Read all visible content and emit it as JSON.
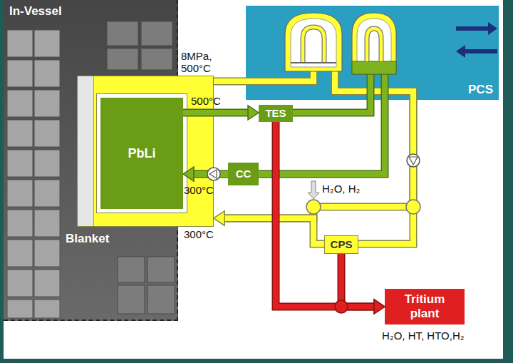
{
  "diagram": {
    "nodes": [
      {
        "text": [
          "In-Vessel"
        ]
      },
      {
        "text": [
          "Blanket"
        ]
      },
      {
        "text": [
          "PbLi"
        ],
        "in": 1
      },
      {
        "text": [
          "PCS"
        ]
      },
      {
        "text": [
          "TES"
        ]
      },
      {
        "text": [
          "CC"
        ]
      },
      {
        "text": [
          "CPS"
        ]
      },
      {
        "text": [
          "Tritium plant"
        ]
      }
    ],
    "edges": [
      {
        "from": 1,
        "to": 3,
        "arrow": "none",
        "label": "8MPa, 500°C"
      },
      {
        "from": 2,
        "to": 4,
        "arrow": "to",
        "label": "500°C"
      },
      {
        "from": 4,
        "to": 3,
        "arrow": "none"
      },
      {
        "from": 3,
        "to": 5,
        "arrow": "none"
      },
      {
        "from": 5,
        "to": 2,
        "arrow": "to",
        "label": "300°C"
      },
      {
        "from": 3,
        "to": 1,
        "arrow": "to",
        "label": "300°C"
      },
      {
        "from": 3,
        "to": 6,
        "arrow": "none"
      },
      {
        "from": 6,
        "to": 1,
        "arrow": "to"
      },
      {
        "from": 4,
        "to": 7,
        "arrow": "to"
      },
      {
        "from": 6,
        "to": 7,
        "arrow": "to"
      }
    ],
    "labels": [
      "H₂O, H₂",
      "H₂O, HT, HTO,H₂"
    ]
  }
}
